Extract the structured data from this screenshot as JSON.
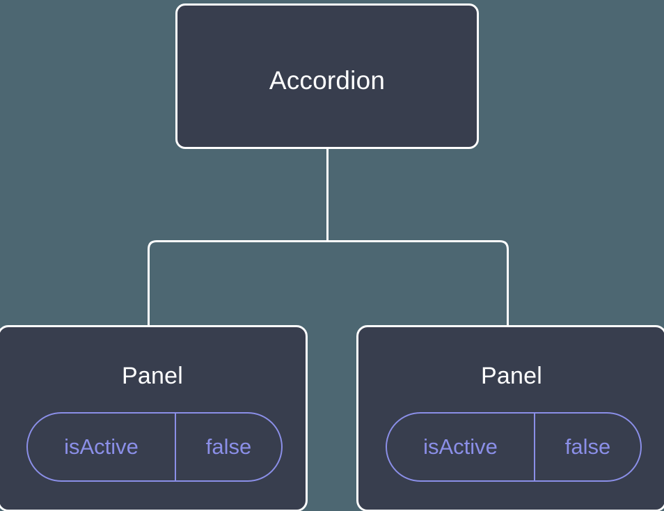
{
  "diagram": {
    "type": "component-tree",
    "background_color": "#4d6772",
    "node_fill_color": "#383e4e",
    "node_border_color": "#ffffff",
    "connector_color": "#ffffff",
    "pill_color": "#8b8fe8",
    "title_color": "#ffffff",
    "root": {
      "label": "Accordion"
    },
    "children": [
      {
        "label": "Panel",
        "props": [
          {
            "key": "isActive",
            "value": "false"
          }
        ]
      },
      {
        "label": "Panel",
        "props": [
          {
            "key": "isActive",
            "value": "false"
          }
        ]
      }
    ]
  }
}
